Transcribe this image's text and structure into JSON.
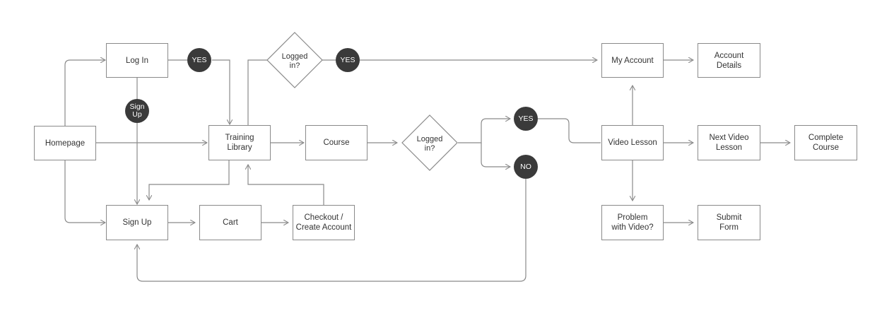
{
  "nodes": {
    "homepage": "Homepage",
    "log_in": "Log In",
    "sign_up": "Sign Up",
    "cart": "Cart",
    "checkout": "Checkout /\nCreate Account",
    "training_library": "Training\nLibrary",
    "course": "Course",
    "my_account": "My Account",
    "account_details": "Account\nDetails",
    "video_lesson": "Video Lesson",
    "next_video_lesson": "Next Video\nLesson",
    "complete_course": "Complete\nCourse",
    "problem_with_video": "Problem\nwith Video?",
    "submit_form": "Submit\nForm"
  },
  "decisions": {
    "logged_in_top": "Logged\nin?",
    "logged_in_mid": "Logged\nin?"
  },
  "badges": {
    "yes_login": "YES",
    "sign_up_badge": "Sign\nUp",
    "yes_top": "YES",
    "yes_mid": "YES",
    "no_mid": "NO"
  },
  "colors": {
    "line": "#8a8a8a",
    "badge_fill": "#3a3a3a",
    "badge_text": "#ffffff",
    "box_border": "#8a8a8a"
  }
}
